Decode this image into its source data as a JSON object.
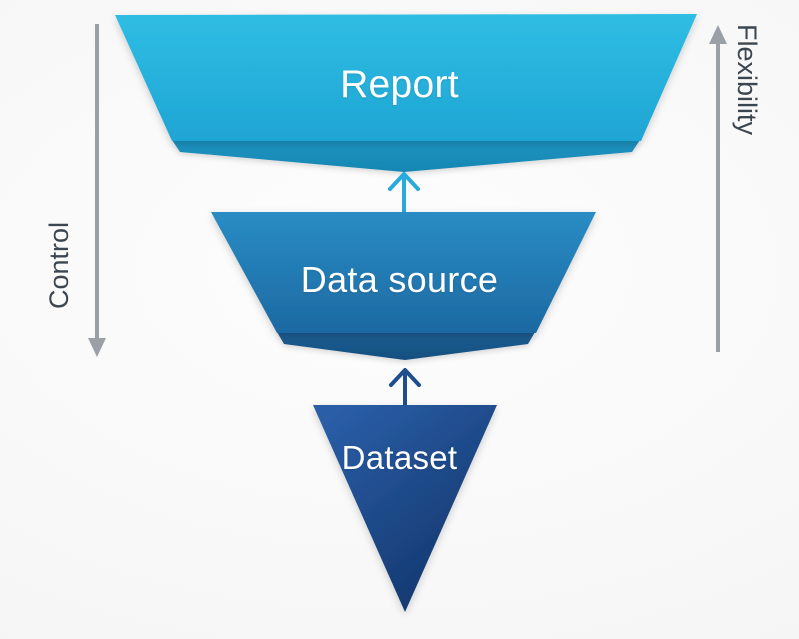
{
  "diagram": {
    "type": "inverted-funnel",
    "title_visible": false,
    "background_color": "#f7f7f7",
    "stages": [
      {
        "id": "report",
        "label": "Report",
        "level": 1,
        "fill_top": "#2BB7DF",
        "fill_bottom": "#23A9D6",
        "fold_color": "#1C8FBC",
        "text_color": "#ffffff",
        "font_size": 39
      },
      {
        "id": "data-source",
        "label": "Data source",
        "level": 2,
        "fill_top": "#2686BE",
        "fill_bottom": "#1F6FA8",
        "fold_color": "#1B5E93",
        "text_color": "#ffffff",
        "font_size": 36
      },
      {
        "id": "dataset",
        "label": "Dataset",
        "level": 3,
        "fill_top": "#24569C",
        "fill_bottom": "#143A74",
        "fold_color": "#143A74",
        "text_color": "#ffffff",
        "font_size": 33
      }
    ],
    "connectors": [
      {
        "id": "dataset-to-data-source",
        "from": "dataset",
        "to": "data-source",
        "direction": "up",
        "color": "#1F4E8C"
      },
      {
        "id": "data-source-to-report",
        "from": "data-source",
        "to": "report",
        "direction": "up",
        "color": "#29A9DC"
      }
    ],
    "axes": [
      {
        "id": "control",
        "label": "Control",
        "side": "left",
        "direction": "down",
        "color": "#9AA0A6",
        "text_color": "#3b4650"
      },
      {
        "id": "flexibility",
        "label": "Flexibility",
        "side": "right",
        "direction": "up",
        "color": "#9AA0A6",
        "text_color": "#3b4650"
      }
    ]
  }
}
